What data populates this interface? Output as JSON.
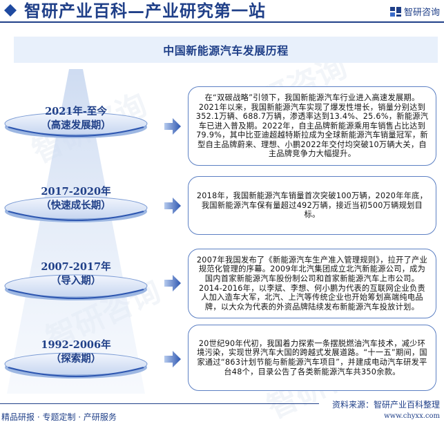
{
  "header": {
    "title": "智研产业百科—产业研究第一站",
    "logo_text": "智研咨询",
    "accent_color": "#1f3f88"
  },
  "main": {
    "title": "中国新能源汽车发展历程",
    "stages": [
      {
        "period": "2021年-至今",
        "phase": "（高速发展期）",
        "description": "在“双碳战略”引领下，我国新能源汽车行业进入高速发展期。2021年以来，我国新能源汽车实现了爆发性增长，销量分别达到352.1万辆、688.7万辆，渗透率达到13.4%、25.6%，新能源汽车已进入普及期。2022年，自主品牌新能源乘用车销售占比达到79.9%，其中比亚迪超越特斯拉成为全球新能源汽车销量冠军，新型自主品牌蔚来、理想、小鹏2022年交付均突破10万辆大关，自主品牌竞争力大幅提升。"
      },
      {
        "period": "2017-2020年",
        "phase": "（快速成长期）",
        "description": "2018年，我国新能源汽车销量首次突破100万辆，2020年年底，我国新能源汽车保有量超过492万辆，接近当初500万辆规划目标。"
      },
      {
        "period": "2007-2017年",
        "phase": "（导入期）",
        "description": "2007年我国发布了《新能源汽车生产准入管理规则》，拉开了产业规范化管理的序幕。2009年北汽集团成立北汽新能源公司，成为国内首家新能源汽车股份制公司和首家新能源汽车上市公司。2014-2016年，以李斌、李想、何小鹏为代表的互联网企业负责人加入造车大军，北汽、上汽等传统企业也开始筹划高端纯电品牌，以大众为代表的外资品牌陆续发布新能源汽车投放计划。"
      },
      {
        "period": "1992-2006年",
        "phase": "（探索期）",
        "description": "20世纪90年代初，我国着力探索一条摆脱燃油汽车技术，减少环境污染，实现世界汽车大国的跨越式发展道路。“十一五”期间，国家通过“863计划节能与新能源汽车项目”，并建成电动汽车研发平台48个，目录公告了各类新能源汽车共350余款。"
      }
    ]
  },
  "footer": {
    "services": "精品研报 · 专题定制 · 产研服务",
    "source": "资料来源：智研产业百科整理",
    "url": "www.chyxx.com"
  }
}
